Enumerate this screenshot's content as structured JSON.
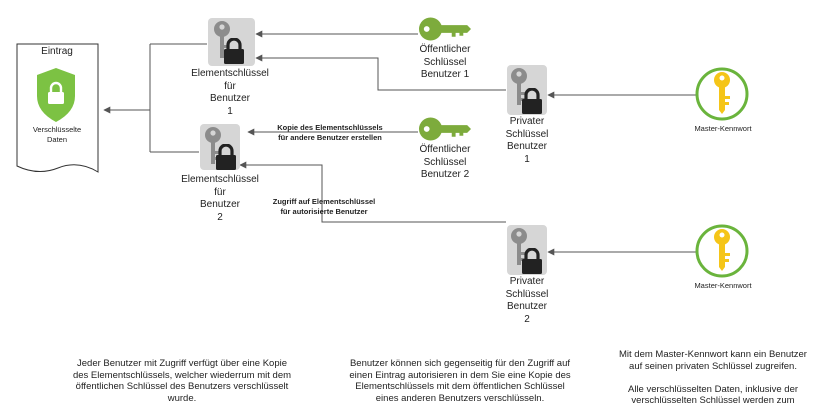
{
  "entry": {
    "title": "Eintrag",
    "encrypted_label": [
      "Verschlüsselte",
      "Daten"
    ]
  },
  "element_key_1": {
    "label": [
      "Elementschlüssel",
      "für",
      "Benutzer",
      "1"
    ]
  },
  "element_key_2": {
    "label": [
      "Elementschlüssel",
      "für",
      "Benutzer",
      "2"
    ]
  },
  "public_key_1": {
    "label": [
      "Öffentlicher",
      "Schlüssel",
      "Benutzer 1"
    ]
  },
  "public_key_2": {
    "label": [
      "Öffentlicher",
      "Schlüssel",
      "Benutzer 2"
    ]
  },
  "private_key_1": {
    "label": [
      "Privater",
      "Schlüssel",
      "Benutzer",
      "1"
    ]
  },
  "private_key_2": {
    "label": [
      "Privater",
      "Schlüssel",
      "Benutzer",
      "2"
    ]
  },
  "master_1": {
    "label": "Master-Kennwort"
  },
  "master_2": {
    "label": "Master-Kennwort"
  },
  "edge_labels": {
    "copy": [
      "Kopie des Elementschlüssels",
      "für andere Benutzer erstellen"
    ],
    "access": [
      "Zugriff auf Elementschlüssel",
      "für autorisierte Benutzer"
    ]
  },
  "captions": {
    "left": [
      "Jeder Benutzer mit Zugriff verfügt über eine Kopie",
      "des Elementschlüssels, welcher wiederrum mit dem",
      "öffentlichen Schlüssel des Benutzers verschlüsselt",
      "wurde."
    ],
    "middle": [
      "Benutzer können sich gegenseitig für den Zugriff auf",
      "einen Eintrag autorisieren in dem Sie eine Kopie des",
      "Elementschlüssels mit dem öffentlichen Schlüssel",
      "eines anderen Benutzers verschlüsseln."
    ],
    "right_1": [
      "Mit dem Master-Kennwort kann ein Benutzer",
      "auf seinen privaten Schlüssel zugreifen."
    ],
    "right_2": [
      "Alle verschlüsselten Daten, inklusive der",
      "verschlüsselten Schlüssel werden zum"
    ]
  },
  "colors": {
    "shield_green": "#7cc243",
    "green_key": "#7dab3c",
    "gold_key": "#f5c518",
    "badge_green": "#6ab43c",
    "gray_key": "#8c8c8c",
    "box_gray": "#d6d6d6",
    "lock_dark": "#222222",
    "line": "#555555"
  }
}
